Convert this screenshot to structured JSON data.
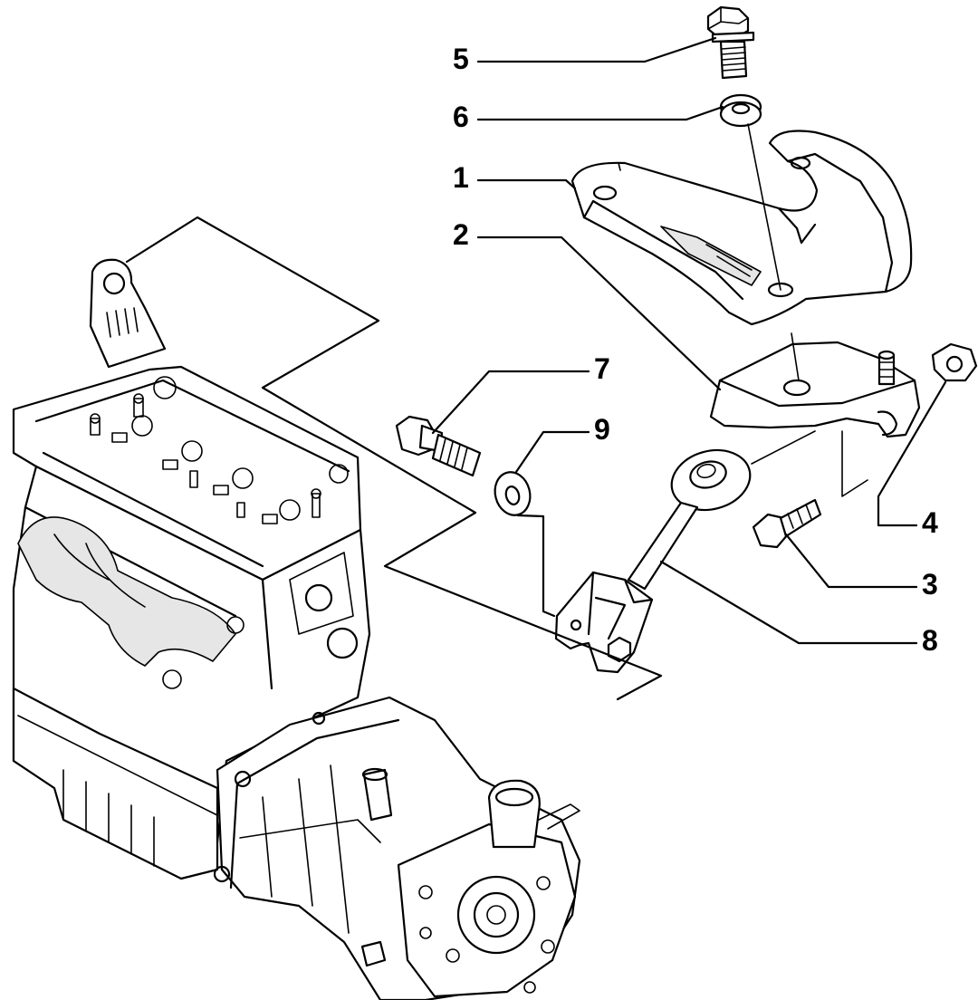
{
  "callouts": [
    {
      "id": "5",
      "label": "5"
    },
    {
      "id": "6",
      "label": "6"
    },
    {
      "id": "1",
      "label": "1"
    },
    {
      "id": "2",
      "label": "2"
    },
    {
      "id": "7",
      "label": "7"
    },
    {
      "id": "9",
      "label": "9"
    },
    {
      "id": "4",
      "label": "4"
    },
    {
      "id": "3",
      "label": "3"
    },
    {
      "id": "8",
      "label": "8"
    }
  ]
}
